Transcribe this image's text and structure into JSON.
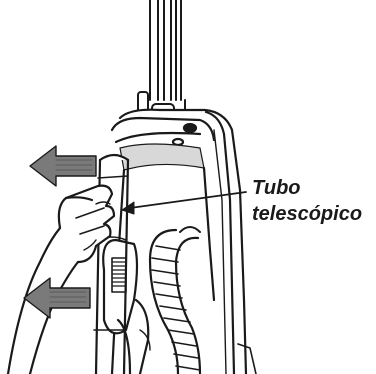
{
  "callout": {
    "line1": "Tubo",
    "line2": "telescópico"
  },
  "colors": {
    "ink": "#1a1a1a",
    "paper": "#ffffff",
    "arrow_fill": "#7a7a7a",
    "shadow": "#9a9a9a"
  },
  "icons": [
    "arrow-left-icon",
    "hand-illustration",
    "vacuum-illustration"
  ]
}
